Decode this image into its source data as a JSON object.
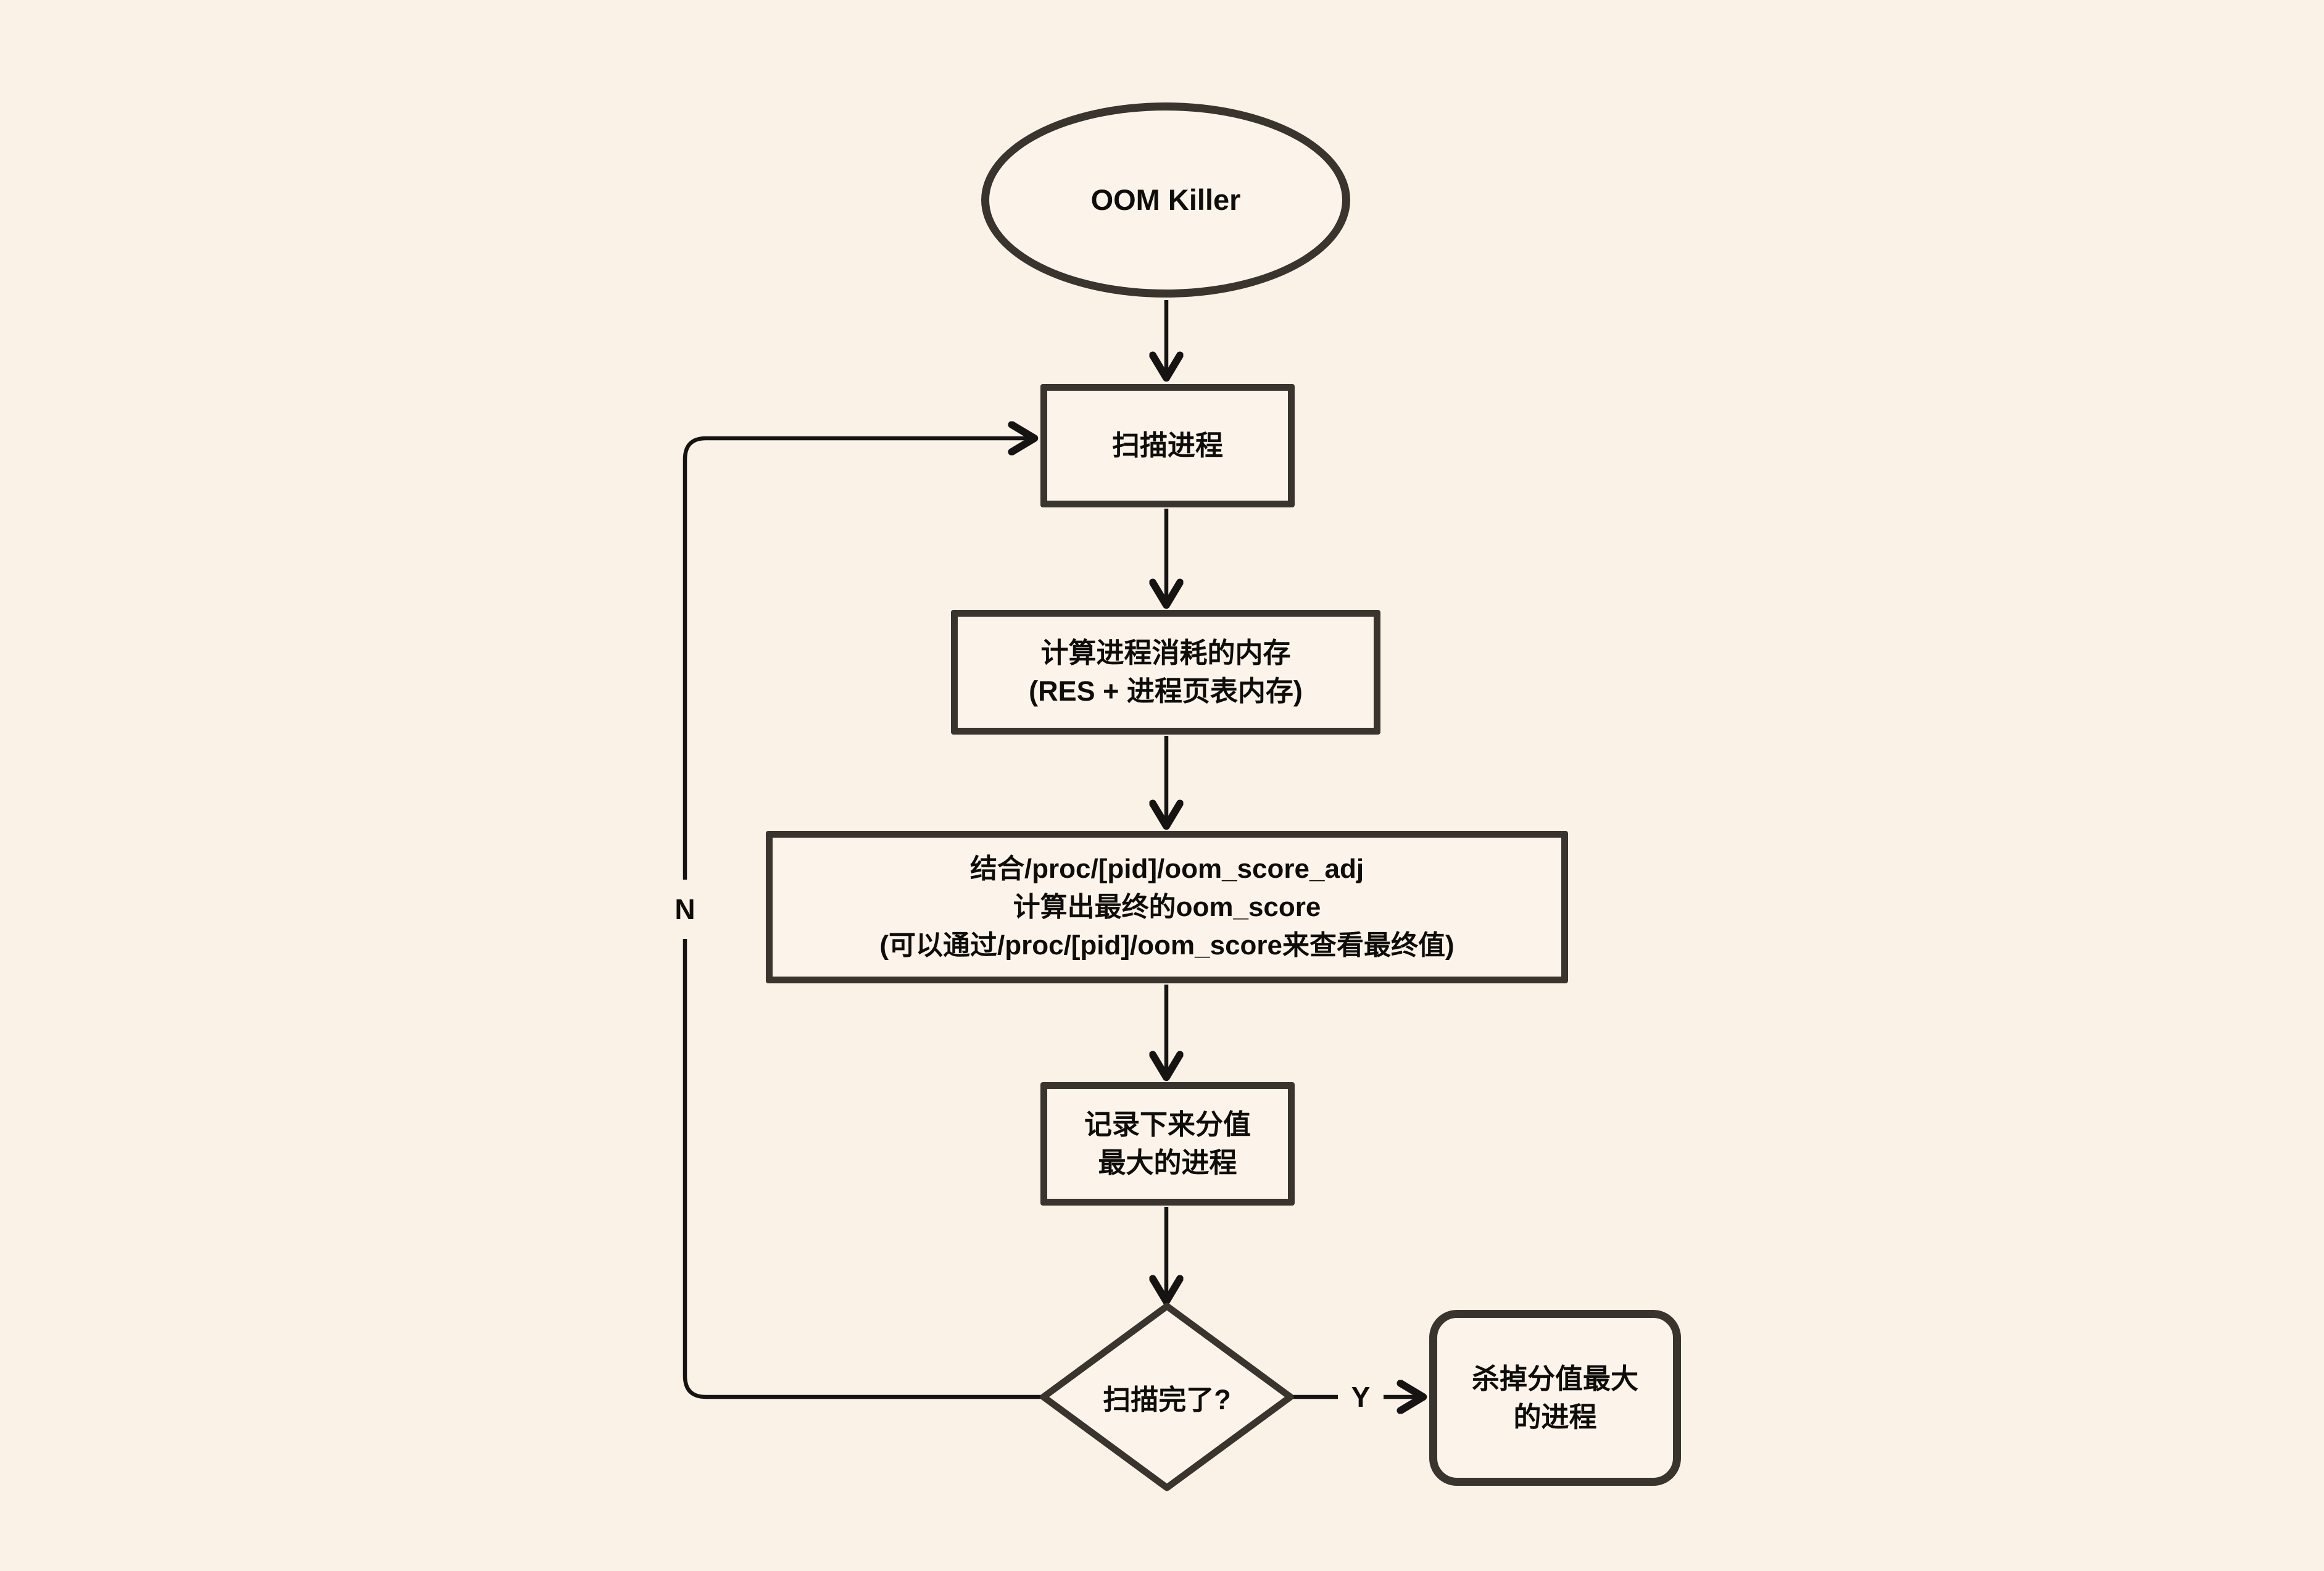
{
  "canvas": {
    "background_color": "#faf1e7",
    "node_fill_color": "#fcf4ea",
    "node_border_color": "#3a342e",
    "connector_color": "#161412",
    "text_color": "#0e0d0b"
  },
  "nodes": {
    "start": {
      "label": "OOM Killer"
    },
    "scan": {
      "label": "扫描进程"
    },
    "calc_memory": {
      "line1": "计算进程消耗的内存",
      "line2": "(RES + 进程页表内存)"
    },
    "calc_score": {
      "line1": "结合/proc/[pid]/oom_score_adj",
      "line2": "计算出最终的oom_score",
      "line3": "(可以通过/proc/[pid]/oom_score来查看最终值)"
    },
    "record": {
      "line1": "记录下来分值",
      "line2": "最大的进程"
    },
    "decision": {
      "label": "扫描完了?"
    },
    "kill": {
      "line1": "杀掉分值最大",
      "line2": "的进程"
    }
  },
  "edges": {
    "yes_label": "Y",
    "no_label": "N"
  }
}
